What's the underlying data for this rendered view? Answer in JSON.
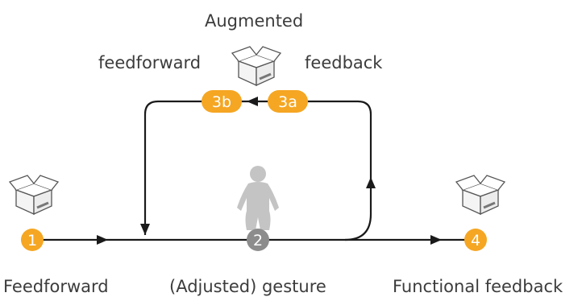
{
  "labels": {
    "augmented": "Augmented",
    "feedforward_top": "feedforward",
    "feedback_top": "feedback",
    "feedforward_bottom": "Feedforward",
    "gesture": "(Adjusted) gesture",
    "functional_feedback": "Functional feedback"
  },
  "badges": {
    "b1": "1",
    "b2": "2",
    "b3a": "3a",
    "b3b": "3b",
    "b4": "4"
  },
  "colors": {
    "accent": "#f5a623",
    "badge_gray": "#8c8c8c",
    "figure_gray": "#c4c4c4",
    "line": "#1a1a1a"
  },
  "icons": {
    "box_icon": "open-box-icon",
    "person_icon": "person-icon"
  }
}
